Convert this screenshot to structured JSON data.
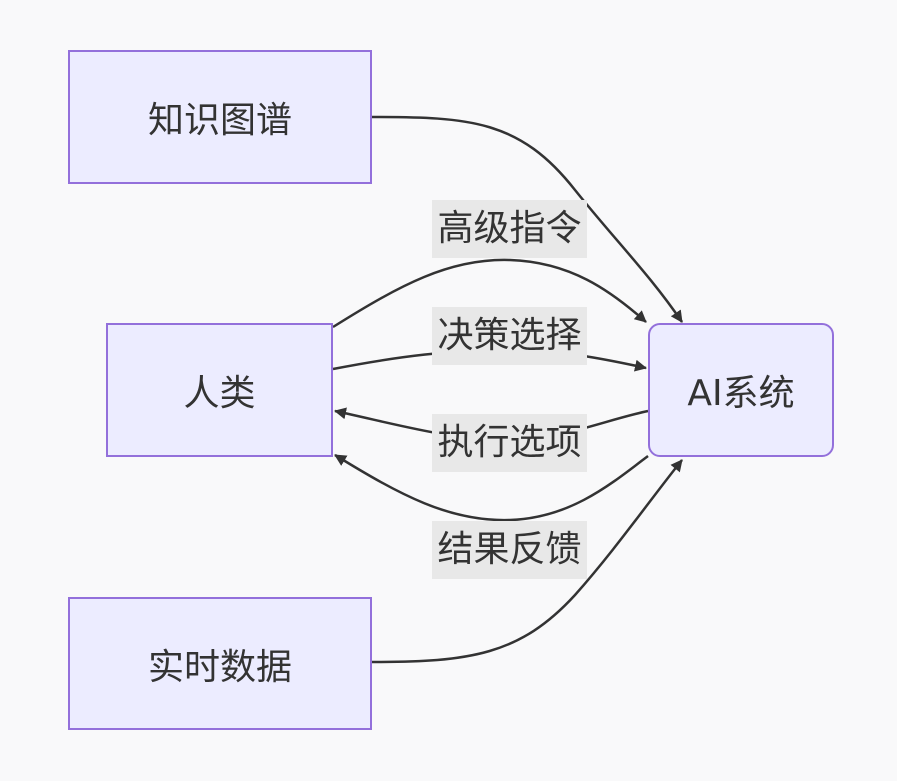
{
  "diagram": {
    "nodes": {
      "knowledge_graph": "知识图谱",
      "human": "人类",
      "ai_system": "AI系统",
      "realtime_data": "实时数据"
    },
    "edges": {
      "high_level_command": "高级指令",
      "decision_choice": "决策选择",
      "execution_options": "执行选项",
      "result_feedback": "结果反馈"
    },
    "colors": {
      "node_fill": "#ececff",
      "node_border": "#9370db",
      "edge_stroke": "#333333",
      "label_background": "#e8e8e8",
      "background": "#f9f9fa"
    }
  }
}
